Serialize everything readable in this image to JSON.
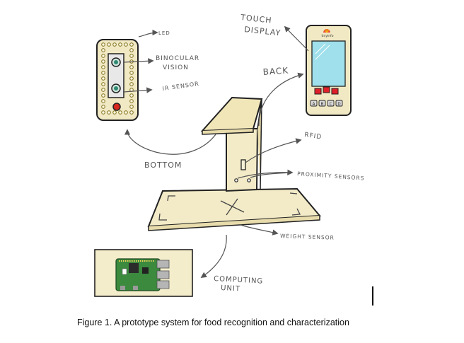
{
  "labels": {
    "led": "LED",
    "binocular_vision": [
      "BINOCULAR",
      "VISION"
    ],
    "ir_sensor": "IR SENSOR",
    "bottom": "BOTTOM",
    "touch_display": [
      "TOUCH",
      "DISPLAY"
    ],
    "back": "BACK",
    "rfid": "RFID",
    "proximity_sensors": "PROXIMITY SENSORS",
    "weight_sensor": "WEIGHT SENSOR",
    "computing_unit": [
      "COMPUTING",
      "UNIT"
    ]
  },
  "phone": {
    "brand": "tinyinfo",
    "buttons": [
      "A",
      "B",
      "C",
      "D"
    ]
  },
  "caption": "Figure 1. A prototype system for food recognition and characterization"
}
